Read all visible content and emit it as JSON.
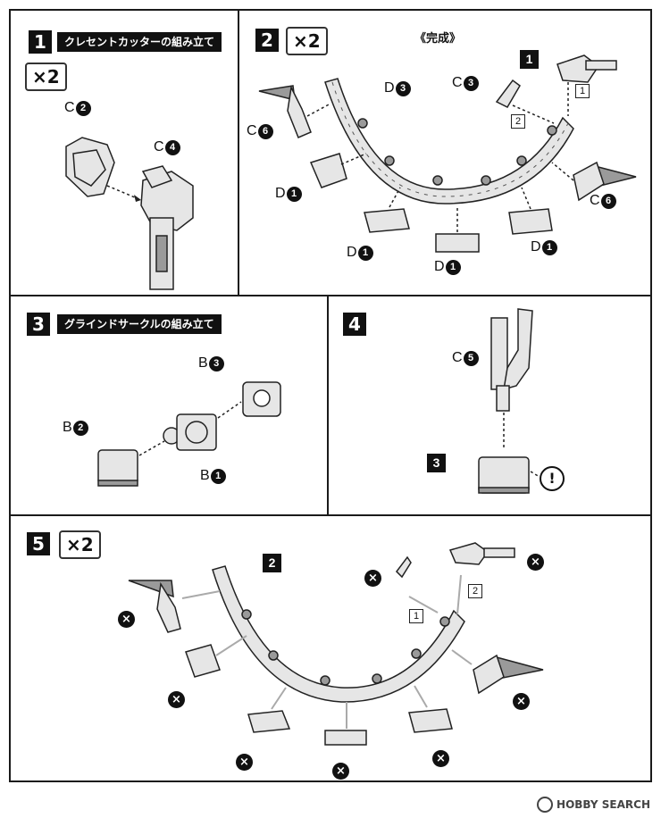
{
  "steps": {
    "s1": {
      "num": "1",
      "title": "クレセントカッターの組み立て",
      "mult": "×2"
    },
    "s2": {
      "num": "2",
      "mult": "×2",
      "complete_label": "《完成》"
    },
    "s3": {
      "num": "3",
      "title": "グラインドサークルの組み立て"
    },
    "s4": {
      "num": "4"
    },
    "s5": {
      "num": "5",
      "mult": "×2"
    }
  },
  "labels": {
    "s1_c2": {
      "letter": "C",
      "num": "2"
    },
    "s1_c4": {
      "letter": "C",
      "num": "4"
    },
    "s2_d3": {
      "letter": "D",
      "num": "3"
    },
    "s2_c3": {
      "letter": "C",
      "num": "3"
    },
    "s2_c6a": {
      "letter": "C",
      "num": "6"
    },
    "s2_c6b": {
      "letter": "C",
      "num": "6"
    },
    "s2_d1a": {
      "letter": "D",
      "num": "1"
    },
    "s2_d1b": {
      "letter": "D",
      "num": "1"
    },
    "s2_d1c": {
      "letter": "D",
      "num": "1"
    },
    "s2_d1d": {
      "letter": "D",
      "num": "1"
    },
    "s2_ref1": "1",
    "s2_box1": "1",
    "s2_box2": "2",
    "s3_b3": {
      "letter": "B",
      "num": "3"
    },
    "s3_b2": {
      "letter": "B",
      "num": "2"
    },
    "s3_b1": {
      "letter": "B",
      "num": "1"
    },
    "s4_c5": {
      "letter": "C",
      "num": "5"
    },
    "s4_ref3": "3",
    "s4_warn": "!",
    "s5_ref2": "2",
    "s5_box1": "1",
    "s5_box2": "2"
  },
  "icons": {
    "remove": "×",
    "warning": "!"
  },
  "watermark": "HOBBY SEARCH",
  "colors": {
    "ink": "#111111",
    "gray_part": "#9a9a9a",
    "light_part": "#e6e6e6"
  }
}
